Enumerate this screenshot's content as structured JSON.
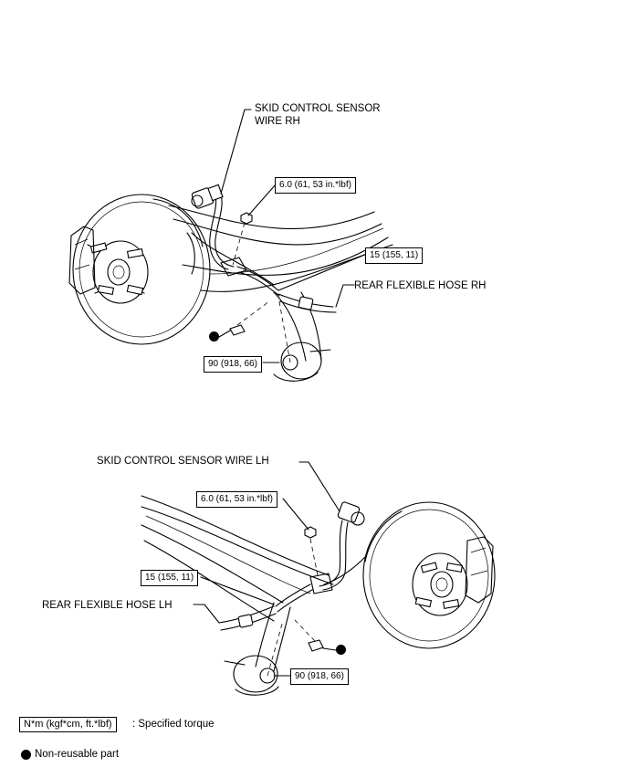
{
  "upper": {
    "sensor_wire_label": "SKID CONTROL SENSOR\nWIRE RH",
    "bolt_torque": "6.0 (61, 53 in.*lbf)",
    "flex_hose_torque": "15 (155, 11)",
    "flex_hose_label": "REAR FLEXIBLE HOSE RH",
    "nut_torque": "90 (918, 66)"
  },
  "lower": {
    "sensor_wire_label": "SKID CONTROL SENSOR WIRE LH",
    "bolt_torque": "6.0 (61, 53 in.*lbf)",
    "flex_hose_torque": "15 (155, 11)",
    "flex_hose_label": "REAR FLEXIBLE HOSE LH",
    "nut_torque": "90 (918, 66)"
  },
  "legend": {
    "torque_unit": "N*m (kgf*cm, ft.*lbf)",
    "torque_desc": ": Specified torque",
    "non_reusable": "Non-reusable part"
  }
}
